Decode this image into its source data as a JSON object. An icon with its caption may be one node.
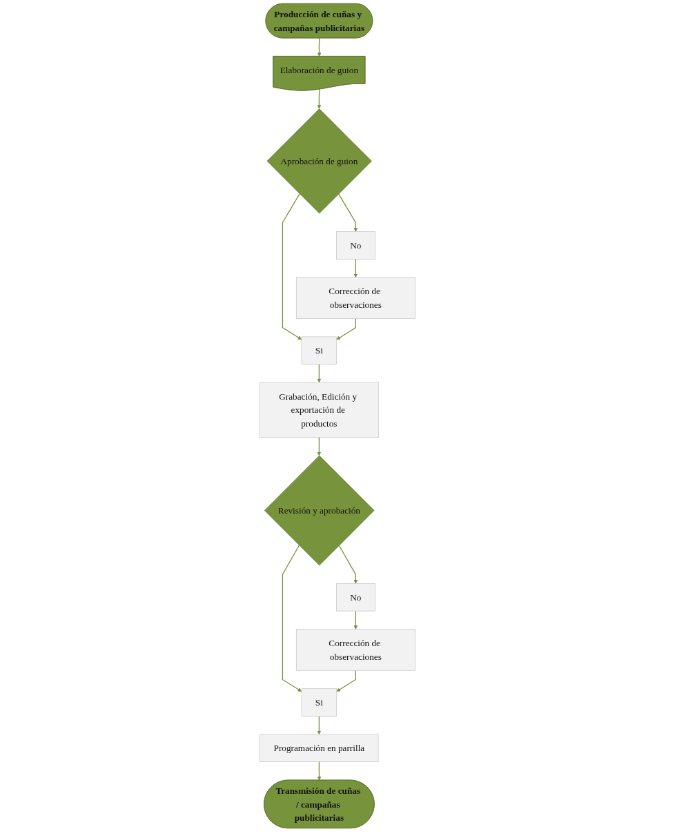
{
  "diagram": {
    "nodes": [
      {
        "text": [
          "Producción de cuñas y campañas publicitarias"
        ]
      },
      {
        "text": [
          "Elaboración de guion"
        ]
      },
      {
        "text": [
          "Aprobación de guion"
        ]
      },
      {
        "text": [
          "No"
        ]
      },
      {
        "text": [
          "Corrección de observaciones"
        ]
      },
      {
        "text": [
          "Si"
        ]
      },
      {
        "text": [
          "Grabación, Edición y exportación de productos"
        ]
      },
      {
        "text": [
          "Revisión y aprobación"
        ]
      },
      {
        "text": [
          "No"
        ]
      },
      {
        "text": [
          "Corrección de observaciones"
        ]
      },
      {
        "text": [
          "Si"
        ]
      },
      {
        "text": [
          "Programación en parrilla"
        ]
      },
      {
        "text": [
          "Transmisión de cuñas / campañas publicitarias"
        ]
      }
    ],
    "edges": [
      {
        "from": 0,
        "to": 1,
        "arrow": "to"
      },
      {
        "from": 1,
        "to": 2,
        "arrow": "to"
      },
      {
        "from": 2,
        "to": 3,
        "arrow": "to"
      },
      {
        "from": 3,
        "to": 4,
        "arrow": "to"
      },
      {
        "from": 2,
        "to": 5,
        "arrow": "to"
      },
      {
        "from": 4,
        "to": 5,
        "arrow": "to"
      },
      {
        "from": 5,
        "to": 6,
        "arrow": "to"
      },
      {
        "from": 6,
        "to": 7,
        "arrow": "to"
      },
      {
        "from": 7,
        "to": 8,
        "arrow": "to"
      },
      {
        "from": 8,
        "to": 9,
        "arrow": "to"
      },
      {
        "from": 7,
        "to": 10,
        "arrow": "to"
      },
      {
        "from": 9,
        "to": 10,
        "arrow": "to"
      },
      {
        "from": 10,
        "to": 11,
        "arrow": "to"
      },
      {
        "from": 11,
        "to": 12,
        "arrow": "to"
      }
    ]
  }
}
